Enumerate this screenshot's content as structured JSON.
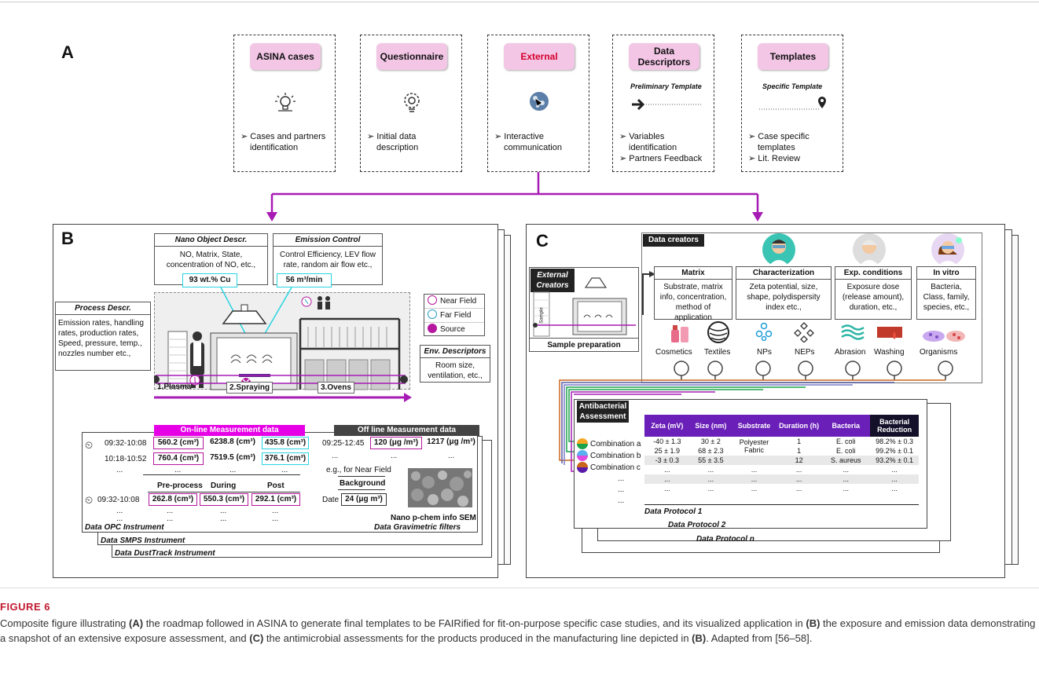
{
  "labels": {
    "a": "A",
    "b": "B",
    "c": "C"
  },
  "steps": [
    {
      "title": "ASINA cases",
      "title_color": "#111111",
      "subtitle": "",
      "bullets": [
        "Cases and partners identification"
      ]
    },
    {
      "title": "Questionnaire",
      "title_color": "#111111",
      "subtitle": "",
      "bullets": [
        "Initial data description"
      ]
    },
    {
      "title": "External",
      "title_color": "#d4002a",
      "subtitle": "",
      "bullets": [
        "Interactive communication"
      ]
    },
    {
      "title": "Data Descriptors",
      "title_color": "#111111",
      "subtitle": "Preliminary Template",
      "bullets": [
        "Variables identification",
        "Partners Feedback"
      ]
    },
    {
      "title": "Templates",
      "title_color": "#111111",
      "subtitle": "Specific Template",
      "bullets": [
        "Case specific templates",
        "Lit. Review"
      ]
    }
  ],
  "panel_b": {
    "nano_header": "Nano Object Descr.",
    "nano_text": "NO, Matrix, State, concentration of NO, etc.,",
    "nano_value": "93 wt.% Cu",
    "emission_header": "Emission Control",
    "emission_text": "Control Efficiency, LEV flow rate, random air flow etc.,",
    "emission_value": "56 m³/min",
    "process_header": "Process Descr.",
    "process_text": "Emission rates, handling rates, production rates, Speed, pressure, temp., nozzles number etc.,",
    "legend": [
      "Near Field",
      "Far Field",
      "Source"
    ],
    "env_header": "Env. Descriptors",
    "env_text": "Room size, ventilation, etc.,",
    "stages": [
      "1.Plasma",
      "2.Spraying",
      "3.Ovens"
    ],
    "online_header": "On-line Measurement data",
    "offline_header": "Off line Measurement data",
    "online_rows": [
      {
        "time": "09:32-10:08",
        "v1": "560.2 (cm³)",
        "v2": "6238.8 (cm³)",
        "v3": "435.8 (cm³)"
      },
      {
        "time": "10:18-10:52",
        "v1": "760.4 (cm³)",
        "v2": "7519.5 (cm³)",
        "v3": "376.1 (cm³)"
      }
    ],
    "ellipsis": "...",
    "offline_time": "09:25-12:45",
    "offline_v1": "120 (μg /m³)",
    "offline_v2": "1217 (μg /m³)",
    "offline_note": "e.g., for Near Field",
    "background_label": "Background",
    "date_label": "Date",
    "date_value": "24 (μg m³)",
    "phase_headers": [
      "Pre-process",
      "During",
      "Post"
    ],
    "phase_row": {
      "time": "09:32-10:08",
      "v1": "262.8 (cm³)",
      "v2": "550.3 (cm³)",
      "v3": "292.1 (cm³)"
    },
    "sem_caption": "Nano p-chem info SEM",
    "grav_caption": "Data Gravimetric filters",
    "instruments": [
      "Data OPC Instrument",
      "Data SMPS Instrument",
      "Data DustTrack Instrument"
    ]
  },
  "panel_c": {
    "creators_header": "Data creators",
    "external_label": "External Creators",
    "sample_prep": "Sample preparation",
    "sample_tag": "Sample",
    "columns": [
      {
        "title": "Matrix",
        "text": "Substrate, matrix info, concentration, method of application"
      },
      {
        "title": "Characterization",
        "text": "Zeta potential, size, shape, polydispersity index etc.,"
      },
      {
        "title": "Exp. conditions",
        "text": "Exposure dose (release amount), duration, etc.,"
      },
      {
        "title": "In vitro",
        "text": "Bacteria, Class, family, species, etc.,"
      }
    ],
    "icons": [
      "Cosmetics",
      "Textiles",
      "NPs",
      "NEPs",
      "Abrasion",
      "Washing",
      "Organisms"
    ],
    "antibacterial_header": "Antibacterial Assessment",
    "combinations": [
      "Combination a",
      "Combination b",
      "Combination c"
    ],
    "table_headers": [
      "Zeta (mV)",
      "Size (nm)",
      "Substrate",
      "Duration (h)",
      "Bacteria",
      "Bacterial Reduction"
    ],
    "table_rows": [
      [
        "-40 ± 1.3",
        "30 ± 2",
        "Polyester Fabric",
        "1",
        "E. coli",
        "98.2% ± 0.3"
      ],
      [
        "25 ± 1.9",
        "68 ± 2.3",
        "",
        "1",
        "E. coli",
        "99.2% ± 0.1"
      ],
      [
        "-3 ± 0.3",
        "55 ± 3.5",
        "",
        "12",
        "S. aureus",
        "93.2% ± 0.1"
      ],
      [
        "...",
        "...",
        "...",
        "...",
        "...",
        "..."
      ],
      [
        "...",
        "...",
        "...",
        "...",
        "...",
        "..."
      ],
      [
        "...",
        "...",
        "...",
        "...",
        "...",
        "..."
      ]
    ],
    "protocols": [
      "Data Protocol 1",
      "Data Protocol 2",
      "Data Protocol n"
    ]
  },
  "caption": {
    "figure_label": "FIGURE 6",
    "t1": "Composite figure illustrating ",
    "b1": "(A)",
    "t2": " the roadmap followed in ASINA to generate final templates to be FAIRified for fit-on-purpose specific case studies, and its visualized application in ",
    "b2": "(B)",
    "t3": " the exposure and emission data demonstrating a snapshot of an extensive exposure assessment, and ",
    "b3": "(C)",
    "t4": " the antimicrobial assessments for the products produced in the manufacturing line depicted in ",
    "b4": "(B)",
    "t5": ". Adapted from [56–58]."
  }
}
